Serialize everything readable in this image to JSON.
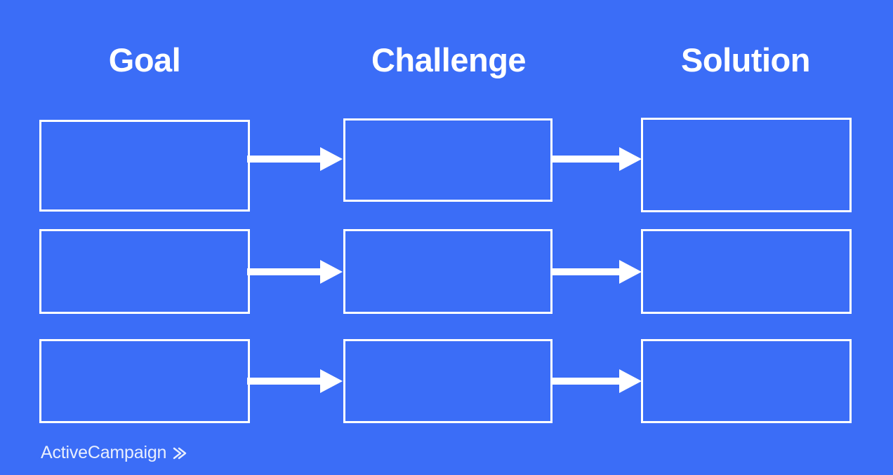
{
  "slide": {
    "background_color": "#3b6df7",
    "outline_color": "#ffffff",
    "arrow_color": "#ffffff",
    "title_color": "#ffffff"
  },
  "columns": [
    {
      "id": "goal",
      "label": "Goal"
    },
    {
      "id": "challenge",
      "label": "Challenge"
    },
    {
      "id": "solution",
      "label": "Solution"
    }
  ],
  "rows": [
    {
      "id": "row-1",
      "cells": [
        {
          "column": "goal",
          "text": ""
        },
        {
          "column": "challenge",
          "text": ""
        },
        {
          "column": "solution",
          "text": ""
        }
      ]
    },
    {
      "id": "row-2",
      "cells": [
        {
          "column": "goal",
          "text": ""
        },
        {
          "column": "challenge",
          "text": ""
        },
        {
          "column": "solution",
          "text": ""
        }
      ]
    },
    {
      "id": "row-3",
      "cells": [
        {
          "column": "goal",
          "text": ""
        },
        {
          "column": "challenge",
          "text": ""
        },
        {
          "column": "solution",
          "text": ""
        }
      ]
    }
  ],
  "connectors": [
    {
      "id": "arrow-row1-goal-to-challenge",
      "from": "row-1.goal",
      "to": "row-1.challenge",
      "icon": "arrow-right-icon"
    },
    {
      "id": "arrow-row1-challenge-to-solution",
      "from": "row-1.challenge",
      "to": "row-1.solution",
      "icon": "arrow-right-icon"
    },
    {
      "id": "arrow-row2-goal-to-challenge",
      "from": "row-2.goal",
      "to": "row-2.challenge",
      "icon": "arrow-right-icon"
    },
    {
      "id": "arrow-row2-challenge-to-solution",
      "from": "row-2.challenge",
      "to": "row-2.solution",
      "icon": "arrow-right-icon"
    },
    {
      "id": "arrow-row3-goal-to-challenge",
      "from": "row-3.goal",
      "to": "row-3.challenge",
      "icon": "arrow-right-icon"
    },
    {
      "id": "arrow-row3-challenge-to-solution",
      "from": "row-3.challenge",
      "to": "row-3.solution",
      "icon": "arrow-right-icon"
    }
  ],
  "brand": {
    "name": "ActiveCampaign",
    "mark_icon": "chevron-right-double-icon",
    "color": "#e9effd"
  }
}
